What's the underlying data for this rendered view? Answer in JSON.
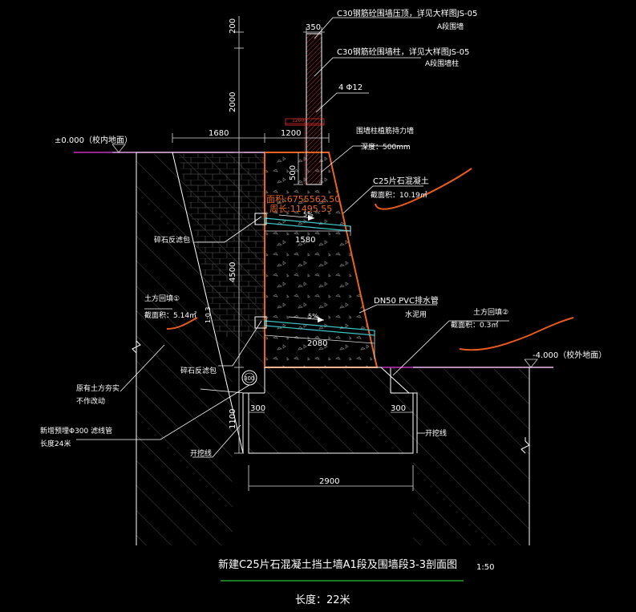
{
  "colors": {
    "background": "#000000",
    "line": "#ffffff",
    "dim": "#d8d8d8",
    "hatch": "#7a7a7a",
    "wall_outline": "#e8641e",
    "area_text": "#e8641e",
    "red_curve": "#e85a1e",
    "drain_pipe": "#3ec7c7",
    "ground_marker": "#c030c0",
    "column_hatch": "#e03030",
    "title_underline": "#2bbf3a"
  },
  "labels": {
    "callout_top": "C30钢筋砼围墙压顶，详见大样图JS-05",
    "callout_top_sub": "A段围墙",
    "callout_col": "C30钢筋砼围墙柱，详见大样图JS-05",
    "callout_col_sub": "A段围墙柱",
    "rebar": "4 Φ12",
    "embed": "围墙柱植筋持力墙",
    "embed_depth": "深度：500mm",
    "concrete": "C25片石混凝土",
    "concrete_area": "截面积：10.19㎡",
    "area_overlay": "面积:6755562.50",
    "perimeter_overlay": "周长:11495.55",
    "filter_1": "碎石反滤包",
    "filter_2": "碎石反滤包",
    "earth1_title": "土方回填①",
    "earth1_area": "截面积：5.14㎡",
    "earth2_title": "土方回填②",
    "earth2_area": "截面积：0.3㎡",
    "pvc": "DN50 PVC排水管",
    "pvc_sub": "水泥用",
    "original_soil": "原有土方夯实",
    "original_soil_sub": "不作改动",
    "blind_pipe": "新增预埋Φ300 滤线管",
    "blind_pipe_len": "长度24米",
    "excavation_left": "开挖线",
    "excavation_right": "开挖线",
    "elev_inside": "±0.000（校内地面）",
    "elev_outside": "-4.000（校外地面）",
    "pipe_dia": "300"
  },
  "dimensions": {
    "d350": "350",
    "d200": "200",
    "d2000": "2000",
    "d1680": "1680",
    "d1200": "1200",
    "d1200_small": "1200",
    "d500": "500",
    "d4500": "4500",
    "d1580": "1580",
    "d2080": "2080",
    "slope1": "5%",
    "slope2": "5%",
    "d300_left": "300",
    "d300_right": "300",
    "d1100": "1100",
    "d2900": "2900",
    "batter": "1:0.3"
  },
  "title": {
    "main": "新建C25片石混凝土挡土墙A1段及围墙段3-3剖面图",
    "scale": "1:50",
    "length": "长度：22米"
  }
}
